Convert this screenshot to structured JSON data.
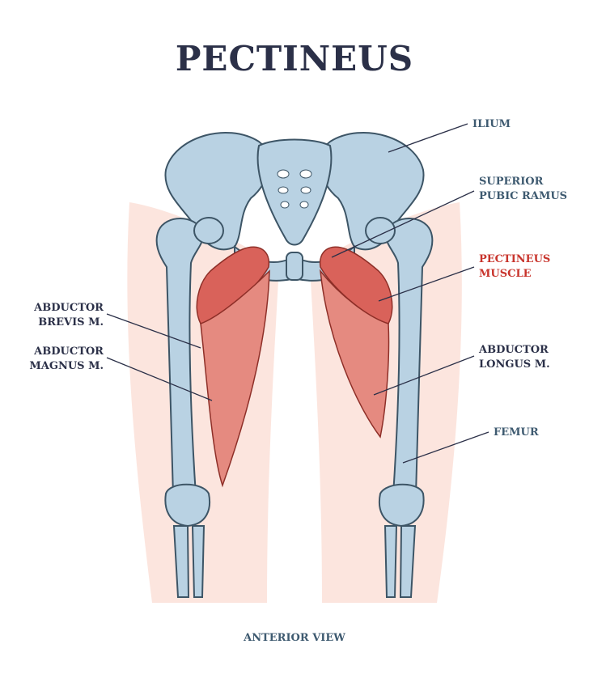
{
  "title": "PECTINEUS",
  "footer": "ANTERIOR VIEW",
  "colors": {
    "title": "#2b3048",
    "label": "#3e5a70",
    "highlight": "#c8342c",
    "leader": "#2b3048",
    "bone_fill": "#b9d2e3",
    "bone_stroke": "#3d5566",
    "muscle": "#d9625a",
    "muscle_light": "#f0a29a",
    "skin": "#fbe1d8"
  },
  "labels": {
    "ilium": [
      "ILIUM"
    ],
    "superior_pubic_ramus": [
      "SUPERIOR",
      "PUBIC RAMUS"
    ],
    "pectineus_muscle": [
      "PECTINEUS",
      "MUSCLE"
    ],
    "abductor_longus": [
      "ABDUCTOR",
      "LONGUS M."
    ],
    "femur": [
      "FEMUR"
    ],
    "abductor_brevis": [
      "ABDUCTOR",
      "BREVIS M."
    ],
    "abductor_magnus": [
      "ABDUCTOR",
      "MAGNUS M."
    ]
  }
}
